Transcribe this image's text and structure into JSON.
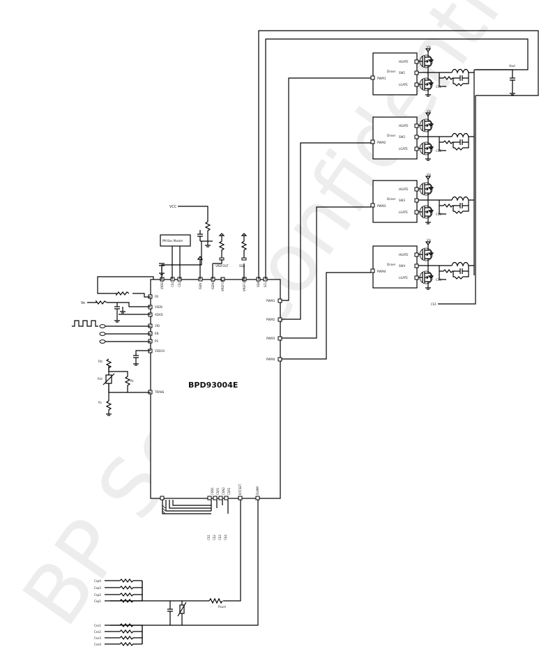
{
  "chip": {
    "name": "BPD93004E",
    "left_pins": [
      "FB",
      "VSEN",
      "ADVD",
      "VID",
      "EN",
      "PS",
      "VDD10",
      "TRANS"
    ],
    "top_pins": [
      "VIDSOC",
      "CS1",
      "CS2",
      "ISEN",
      "ISEN0",
      "VREFOUT",
      "SDA",
      "SCL"
    ],
    "right_pins": [
      "PWM1",
      "PWM2",
      "PWM3",
      "PWM4"
    ],
    "bottom_pins": [
      "CSN1",
      "CSP1",
      "CSN2",
      "CSP2",
      "NTCSET",
      "ISUMP"
    ]
  },
  "pm_block": {
    "label": "PM Bus Master"
  },
  "vin_label": "Vin",
  "vout_label": "Vout",
  "vcc_label": "VCC",
  "csp_bus": [
    "CS1",
    "CS2",
    "CS3",
    "CS4"
  ],
  "vcc_supply": "VCC",
  "left_sense_label": "Vo",
  "thermistor_labels": [
    "Rtc",
    "Rnt",
    "Rt",
    "Rs"
  ],
  "drivers": [
    {
      "title": "Driver",
      "pins": [
        "PWM1",
        "HGATE",
        "SW1",
        "LGATE"
      ],
      "phase_label": "CS1"
    },
    {
      "title": "Driver",
      "pins": [
        "PWM2",
        "HGATE",
        "SW2",
        "LGATE"
      ],
      "phase_label": "CS2"
    },
    {
      "title": "Driver",
      "pins": [
        "PWM3",
        "HGATE",
        "SW3",
        "LGATE"
      ],
      "phase_label": "CS3"
    },
    {
      "title": "Driver",
      "pins": [
        "PWM4",
        "HGATE",
        "SW4",
        "LGATE"
      ],
      "phase_label": "CS4"
    }
  ],
  "cs_inputs_top": [
    "Csp4",
    "Csp3",
    "Csp2",
    "Csp1"
  ],
  "cs_inputs_bottom": [
    "Csn1",
    "Csn2",
    "Csn3",
    "Csn4"
  ],
  "rsum_label": "Rsum",
  "watermark": "BP Semi confidential"
}
